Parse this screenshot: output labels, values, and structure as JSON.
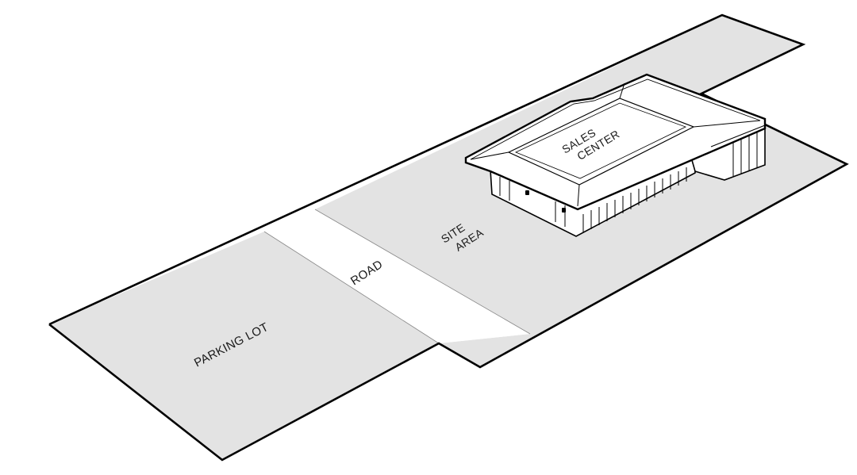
{
  "plan": {
    "labels": {
      "parking_lot": "PARKING LOT",
      "road": "ROAD",
      "site_area_line1": "SITE",
      "site_area_line2": "AREA",
      "sales_center_line1": "SALES",
      "sales_center_line2": "CENTER"
    },
    "colors": {
      "ground_fill": "#e3e3e3",
      "road_fill": "#ffffff",
      "outline": "#000000",
      "roof_fill": "#ffffff"
    }
  }
}
